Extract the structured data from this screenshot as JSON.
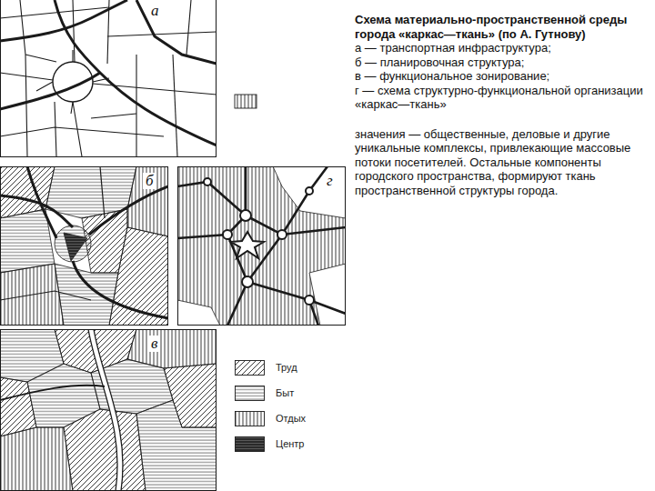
{
  "diagram": {
    "title": "Схема материально-пространственной среды города «каркас—ткань» (по А. Гутнову)",
    "nodes": [
      {
        "text": [
          "а"
        ]
      },
      {
        "text": [
          "б"
        ]
      },
      {
        "text": [
          "г"
        ]
      },
      {
        "text": [
          "в"
        ]
      }
    ],
    "edges": [],
    "labels": [
      "а — транспортная инфраструктура;",
      "б — планировочная структура;",
      "в — функциональное зонирование;",
      "г — схема структурно-функциональной организации «каркас—ткань»",
      "значения — общественные, деловые и другие уникальные комплексы, привлекающие массовые потоки посетителей. Остальные компоненты городского пространства, формируют ткань пространственной структуры города."
    ],
    "legend": [
      {
        "text": "Труд"
      },
      {
        "text": "Быт"
      },
      {
        "text": "Отдых"
      },
      {
        "text": "Центр"
      }
    ]
  }
}
